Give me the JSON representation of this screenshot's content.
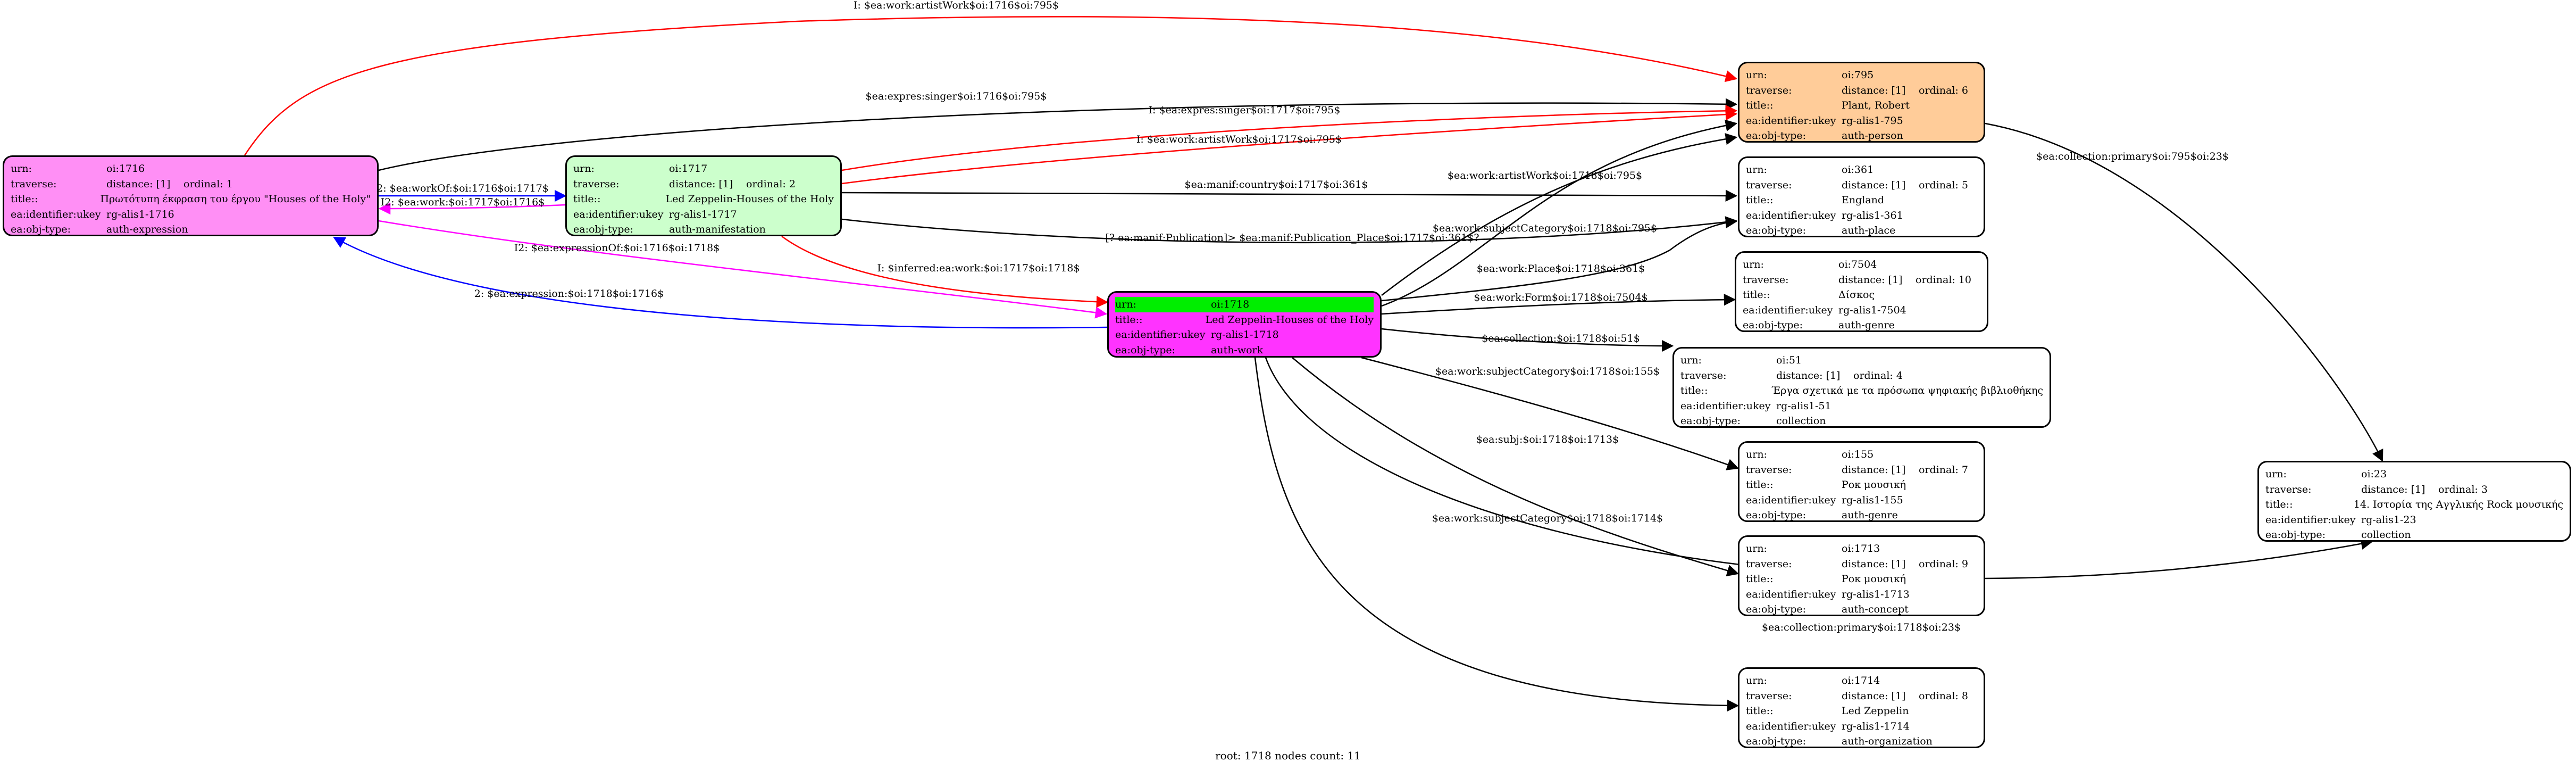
{
  "footer": "root: 1718 nodes count: 11",
  "colors": {
    "expression": "#ff8ff5",
    "manifestation": "#ccffcc",
    "work": "#ff33ff",
    "work_urn_highlight": "#00ee00",
    "person": "#ffcc99",
    "default": "#ffffff",
    "edge_red": "#ff0000",
    "edge_blue": "#0000ff",
    "edge_magenta": "#ff00ff",
    "edge_black": "#000000"
  },
  "nodes": [
    {
      "id": "n1716",
      "fill": "expression",
      "rows": [
        [
          "urn:",
          "oi:1716",
          ""
        ],
        [
          "traverse:",
          "distance: [1]",
          "ordinal: 1"
        ],
        [
          "title::",
          "Πρωτότυπη έκφραση του έργου \"Houses of the Holy\"",
          ""
        ],
        [
          "ea:identifier:ukey",
          "rg-alis1-1716",
          ""
        ],
        [
          "ea:obj-type:",
          "auth-expression",
          ""
        ]
      ]
    },
    {
      "id": "n1717",
      "fill": "manifestation",
      "rows": [
        [
          "urn:",
          "oi:1717",
          ""
        ],
        [
          "traverse:",
          "distance: [1]",
          "ordinal: 2"
        ],
        [
          "title::",
          "Led Zeppelin-Houses of the Holy",
          ""
        ],
        [
          "ea:identifier:ukey",
          "rg-alis1-1717",
          ""
        ],
        [
          "ea:obj-type:",
          "auth-manifestation",
          ""
        ]
      ]
    },
    {
      "id": "n1718",
      "fill": "work",
      "rows": [
        [
          "urn:",
          "oi:1718",
          ""
        ],
        [
          "title::",
          "Led Zeppelin-Houses of the Holy",
          ""
        ],
        [
          "ea:identifier:ukey",
          "rg-alis1-1718",
          ""
        ],
        [
          "ea:obj-type:",
          "auth-work",
          ""
        ]
      ]
    },
    {
      "id": "n795",
      "fill": "person",
      "rows": [
        [
          "urn:",
          "oi:795",
          ""
        ],
        [
          "traverse:",
          "distance: [1]",
          "ordinal: 6"
        ],
        [
          "title::",
          "Plant, Robert",
          ""
        ],
        [
          "ea:identifier:ukey",
          "rg-alis1-795",
          ""
        ],
        [
          "ea:obj-type:",
          "auth-person",
          ""
        ]
      ]
    },
    {
      "id": "n361",
      "fill": "default",
      "rows": [
        [
          "urn:",
          "oi:361",
          ""
        ],
        [
          "traverse:",
          "distance: [1]",
          "ordinal: 5"
        ],
        [
          "title::",
          "England",
          ""
        ],
        [
          "ea:identifier:ukey",
          "rg-alis1-361",
          ""
        ],
        [
          "ea:obj-type:",
          "auth-place",
          ""
        ]
      ]
    },
    {
      "id": "n7504",
      "fill": "default",
      "rows": [
        [
          "urn:",
          "oi:7504",
          ""
        ],
        [
          "traverse:",
          "distance: [1]",
          "ordinal: 10"
        ],
        [
          "title::",
          "Δίσκος",
          ""
        ],
        [
          "ea:identifier:ukey",
          "rg-alis1-7504",
          ""
        ],
        [
          "ea:obj-type:",
          "auth-genre",
          ""
        ]
      ]
    },
    {
      "id": "n51",
      "fill": "default",
      "rows": [
        [
          "urn:",
          "oi:51",
          ""
        ],
        [
          "traverse:",
          "distance: [1]",
          "ordinal: 4"
        ],
        [
          "title::",
          "Έργα σχετικά με τα πρόσωπα ψηφιακής βιβλιοθήκης",
          ""
        ],
        [
          "ea:identifier:ukey",
          "rg-alis1-51",
          ""
        ],
        [
          "ea:obj-type:",
          "collection",
          ""
        ]
      ]
    },
    {
      "id": "n155",
      "fill": "default",
      "rows": [
        [
          "urn:",
          "oi:155",
          ""
        ],
        [
          "traverse:",
          "distance: [1]",
          "ordinal: 7"
        ],
        [
          "title::",
          "Ροκ μουσική",
          ""
        ],
        [
          "ea:identifier:ukey",
          "rg-alis1-155",
          ""
        ],
        [
          "ea:obj-type:",
          "auth-genre",
          ""
        ]
      ]
    },
    {
      "id": "n1713",
      "fill": "default",
      "rows": [
        [
          "urn:",
          "oi:1713",
          ""
        ],
        [
          "traverse:",
          "distance: [1]",
          "ordinal: 9"
        ],
        [
          "title::",
          "Ροκ μουσική",
          ""
        ],
        [
          "ea:identifier:ukey",
          "rg-alis1-1713",
          ""
        ],
        [
          "ea:obj-type:",
          "auth-concept",
          ""
        ]
      ]
    },
    {
      "id": "n1714",
      "fill": "default",
      "rows": [
        [
          "urn:",
          "oi:1714",
          ""
        ],
        [
          "traverse:",
          "distance: [1]",
          "ordinal: 8"
        ],
        [
          "title::",
          "Led Zeppelin",
          ""
        ],
        [
          "ea:identifier:ukey",
          "rg-alis1-1714",
          ""
        ],
        [
          "ea:obj-type:",
          "auth-organization",
          ""
        ]
      ]
    },
    {
      "id": "n23",
      "fill": "default",
      "rows": [
        [
          "urn:",
          "oi:23",
          ""
        ],
        [
          "traverse:",
          "distance: [1]",
          "ordinal: 3"
        ],
        [
          "title::",
          "14. Ιστορία της Αγγλικής Rock μουσικής",
          ""
        ],
        [
          "ea:identifier:ukey",
          "rg-alis1-23",
          ""
        ],
        [
          "ea:obj-type:",
          "collection",
          ""
        ]
      ]
    }
  ],
  "edges": [
    {
      "label": "I: $ea:work:artistWork$oi:1716$oi:795$",
      "color": "edge_red"
    },
    {
      "label": "$ea:expres:singer$oi:1716$oi:795$",
      "color": "edge_black"
    },
    {
      "label": "I: $ea:expres:singer$oi:1717$oi:795$",
      "color": "edge_red"
    },
    {
      "label": "I: $ea:work:artistWork$oi:1717$oi:795$",
      "color": "edge_red"
    },
    {
      "label": "$ea:manif:country$oi:1717$oi:361$",
      "color": "edge_black"
    },
    {
      "label": "[? ea:manif:Publication]> $ea:manif:Publication_Place$oi:1717$oi:361$?",
      "color": "edge_black"
    },
    {
      "label": "2: $ea:workOf:$oi:1716$oi:1717$",
      "color": "edge_blue"
    },
    {
      "label": "I2: $ea:work:$oi:1717$oi:1716$",
      "color": "edge_magenta"
    },
    {
      "label": "I2: $ea:expressionOf:$oi:1716$oi:1718$",
      "color": "edge_magenta"
    },
    {
      "label": "2: $ea:expression:$oi:1718$oi:1716$",
      "color": "edge_blue"
    },
    {
      "label": "I: $inferred:ea:work:$oi:1717$oi:1718$",
      "color": "edge_red"
    },
    {
      "label": "$ea:work:artistWork$oi:1718$oi:795$",
      "color": "edge_black"
    },
    {
      "label": "$ea:work:subjectCategory$oi:1718$oi:795$",
      "color": "edge_black"
    },
    {
      "label": "$ea:work:Place$oi:1718$oi:361$",
      "color": "edge_black"
    },
    {
      "label": "$ea:work:Form$oi:1718$oi:7504$",
      "color": "edge_black"
    },
    {
      "label": "$ea:collection:$oi:1718$oi:51$",
      "color": "edge_black"
    },
    {
      "label": "$ea:work:subjectCategory$oi:1718$oi:155$",
      "color": "edge_black"
    },
    {
      "label": "$ea:subj:$oi:1718$oi:1713$",
      "color": "edge_black"
    },
    {
      "label": "$ea:collection:primary$oi:1718$oi:23$",
      "color": "edge_black"
    },
    {
      "label": "$ea:work:subjectCategory$oi:1718$oi:1714$",
      "color": "edge_black"
    },
    {
      "label": "$ea:collection:primary$oi:795$oi:23$",
      "color": "edge_black"
    }
  ]
}
